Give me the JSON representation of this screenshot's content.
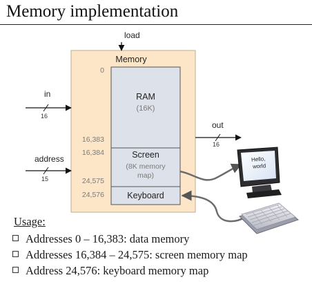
{
  "title": "Memory implementation",
  "memory": {
    "label": "Memory",
    "load_label": "load",
    "in_label": "in",
    "in_width": "16",
    "address_label": "address",
    "address_width": "15",
    "out_label": "out",
    "out_width": "16",
    "ram": {
      "label": "RAM",
      "size": "(16K)"
    },
    "screen": {
      "label": "Screen",
      "desc_line1": "(8K memory",
      "desc_line2": "map)"
    },
    "keyboard": {
      "label": "Keyboard"
    },
    "addresses": {
      "ram_start": "0",
      "ram_end": "16,383",
      "screen_start": "16,384",
      "screen_end": "24,575",
      "keyboard": "24,576"
    }
  },
  "monitor": {
    "text_line1": "Hello,",
    "text_line2": "world"
  },
  "usage": {
    "heading": "Usage:",
    "items": [
      "Addresses 0 – 16,383: data memory",
      "Addresses 16,384 – 24,575: screen memory map",
      "Address 24,576: keyboard memory map"
    ]
  },
  "colors": {
    "chip_fill": "#fde6c8",
    "chip_border": "#c9b79c",
    "region_fill": "#dde1ea",
    "region_border": "#555555",
    "cable": "#6c6c6c"
  }
}
